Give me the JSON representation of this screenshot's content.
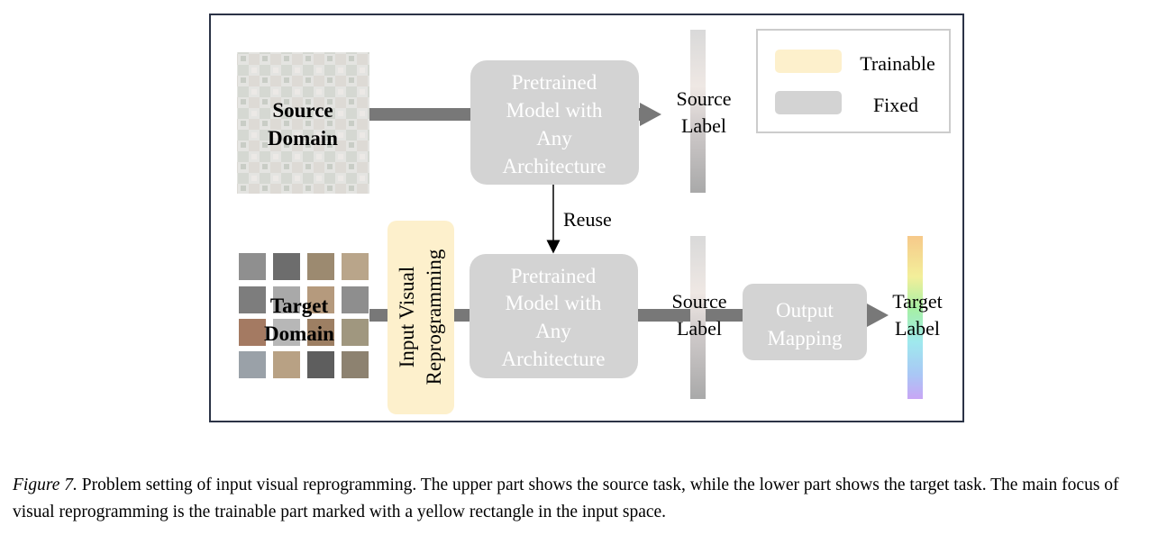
{
  "legend": {
    "trainable_label": "Trainable",
    "fixed_label": "Fixed",
    "trainable_color": "#fdf0cc",
    "fixed_color": "#d3d3d3"
  },
  "source_row": {
    "domain_label_line1": "Source",
    "domain_label_line2": "Domain",
    "model_line1": "Pretrained",
    "model_line2": "Model with",
    "model_line3": "Any",
    "model_line4": "Architecture",
    "label_line1": "Source",
    "label_line2": "Label"
  },
  "reuse_label": "Reuse",
  "target_row": {
    "domain_label_line1": "Target",
    "domain_label_line2": "Domain",
    "reprogramming_line1": "Input Visual",
    "reprogramming_line2": "Reprogramming",
    "model_line1": "Pretrained",
    "model_line2": "Model with",
    "model_line3": "Any",
    "model_line4": "Architecture",
    "source_label_line1": "Source",
    "source_label_line2": "Label",
    "mapping_line1": "Output",
    "mapping_line2": "Mapping",
    "target_label_line1": "Target",
    "target_label_line2": "Label"
  },
  "caption": {
    "figure_label": "Figure 7.",
    "text": " Problem setting of input visual reprogramming. The upper part shows the source task, while the lower part shows the target task. The main focus of visual reprogramming is the trainable part marked with a yellow rectangle in the input space."
  }
}
